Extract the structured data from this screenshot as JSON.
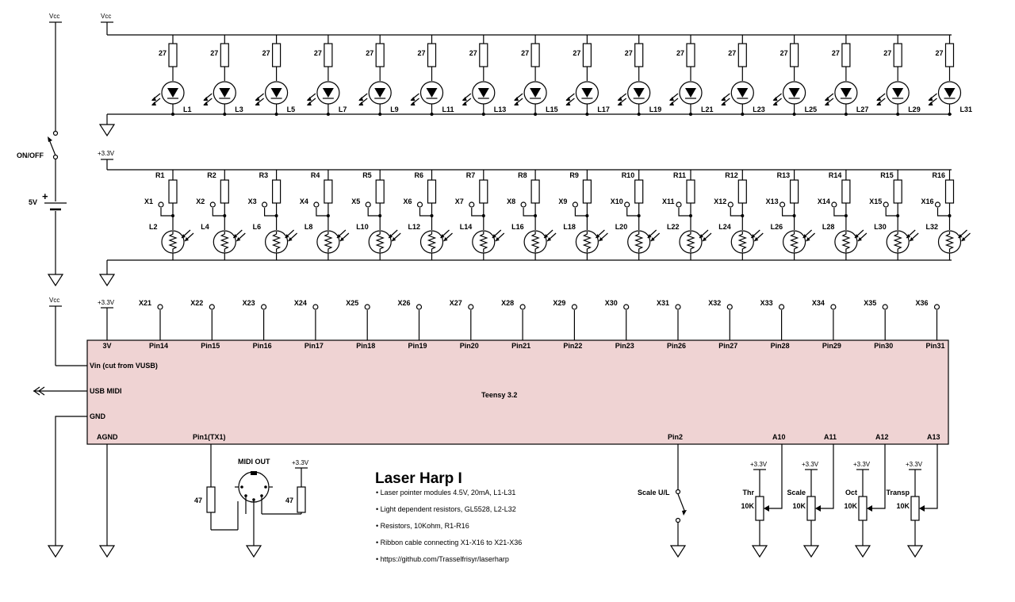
{
  "power": {
    "vcc_label": "Vcc",
    "v33_label": "+3.3V",
    "battery_label": "5V",
    "battery_plus": "+",
    "switch_label": "ON/OFF"
  },
  "laser_row": {
    "resistor_value": "27",
    "leds": [
      "L1",
      "L3",
      "L5",
      "L7",
      "L9",
      "L11",
      "L13",
      "L15",
      "L17",
      "L19",
      "L21",
      "L23",
      "L25",
      "L27",
      "L29",
      "L31"
    ]
  },
  "ldr_row": {
    "resistors": [
      "R1",
      "R2",
      "R3",
      "R4",
      "R5",
      "R6",
      "R7",
      "R8",
      "R9",
      "R10",
      "R11",
      "R12",
      "R13",
      "R14",
      "R15",
      "R16"
    ],
    "taps": [
      "X1",
      "X2",
      "X3",
      "X4",
      "X5",
      "X6",
      "X7",
      "X8",
      "X9",
      "X10",
      "X11",
      "X12",
      "X13",
      "X14",
      "X15",
      "X16"
    ],
    "ldrs": [
      "L2",
      "L4",
      "L6",
      "L8",
      "L10",
      "L12",
      "L14",
      "L16",
      "L18",
      "L20",
      "L22",
      "L24",
      "L26",
      "L28",
      "L30",
      "L32"
    ]
  },
  "teensy": {
    "name": "Teensy 3.2",
    "top_pins": [
      "3V",
      "Pin14",
      "Pin15",
      "Pin16",
      "Pin17",
      "Pin18",
      "Pin19",
      "Pin20",
      "Pin21",
      "Pin22",
      "Pin23",
      "Pin26",
      "Pin27",
      "Pin28",
      "Pin29",
      "Pin30",
      "Pin31"
    ],
    "top_taps": [
      "X21",
      "X22",
      "X23",
      "X24",
      "X25",
      "X26",
      "X27",
      "X28",
      "X29",
      "X30",
      "X31",
      "X32",
      "X33",
      "X34",
      "X35",
      "X36"
    ],
    "left_pins": [
      "Vin (cut from VUSB)",
      "USB MIDI",
      "GND"
    ],
    "bottom_pins": {
      "agnd": "AGND",
      "tx": "Pin1(TX1)",
      "pin2": "Pin2",
      "analog": [
        "A10",
        "A11",
        "A12",
        "A13"
      ]
    },
    "fill_color": "#efd3d3"
  },
  "midi": {
    "title": "MIDI OUT",
    "resistor": "47"
  },
  "scale_switch": "Scale U/L",
  "pots": [
    {
      "name": "Thr",
      "value": "10K"
    },
    {
      "name": "Scale",
      "value": "10K"
    },
    {
      "name": "Oct",
      "value": "10K"
    },
    {
      "name": "Transp",
      "value": "10K"
    }
  ],
  "notes": {
    "title": "Laser Harp I",
    "items": [
      "• Laser pointer modules 4.5V, 20mA, L1-L31",
      "• Light dependent resistors, GL5528, L2-L32",
      "• Resistors, 10Kohm, R1-R16",
      "• Ribbon cable connecting X1-X16 to X21-X36",
      "• https://github.com/Trasselfrisyr/laserharp"
    ]
  }
}
